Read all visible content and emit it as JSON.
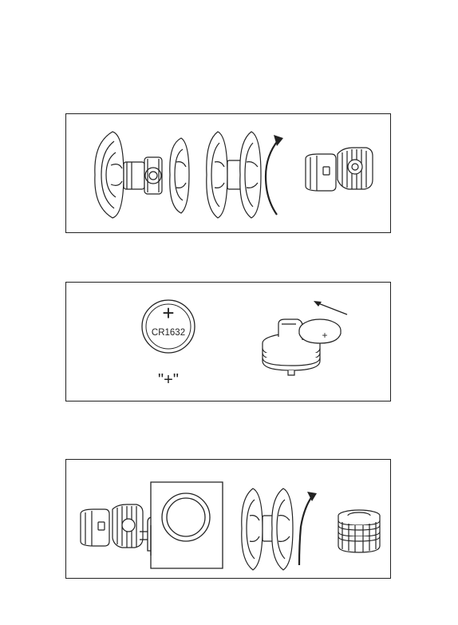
{
  "page": {
    "background": "#ffffff"
  },
  "steps": [
    {
      "name": "open-sensor",
      "illustrations": [
        "sensor-exploded-icon",
        "sensor-assembled-icon",
        "rotate-arrow-icon",
        "sensor-opened-icon"
      ]
    },
    {
      "name": "replace-battery",
      "battery_model": "CR1632",
      "polarity_symbol": "+",
      "polarity_caption": "\"+\"",
      "illustrations": [
        "coin-battery-icon",
        "battery-insert-icon",
        "insert-direction-arrow-icon"
      ]
    },
    {
      "name": "close-sensor",
      "illustrations": [
        "sensor-cap-icon",
        "seal-ring-detail-icon",
        "sensor-assembled-icon",
        "rotate-arrow-icon",
        "sensor-closed-icon"
      ]
    }
  ],
  "colors": {
    "line": "#222222",
    "fill": "#ffffff"
  }
}
